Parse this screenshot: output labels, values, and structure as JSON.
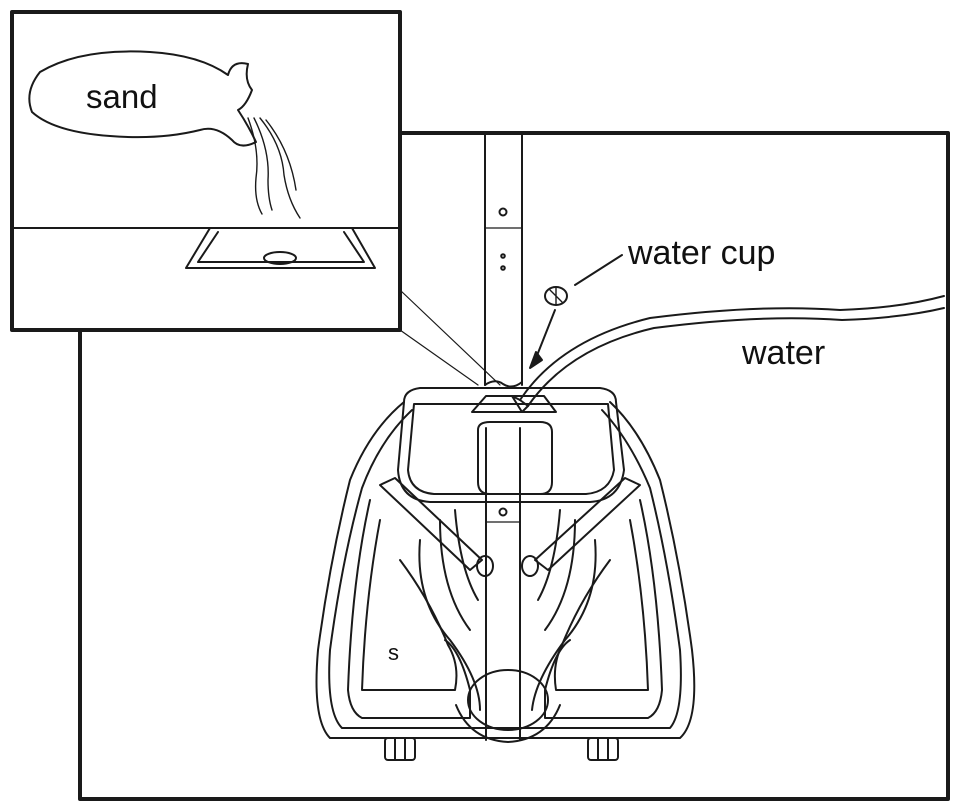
{
  "labels": {
    "sand": "sand",
    "water_cup": "water cup",
    "water": "water",
    "section_s": "s"
  },
  "colors": {
    "line": "#1a1a1a",
    "background": "#ffffff"
  }
}
